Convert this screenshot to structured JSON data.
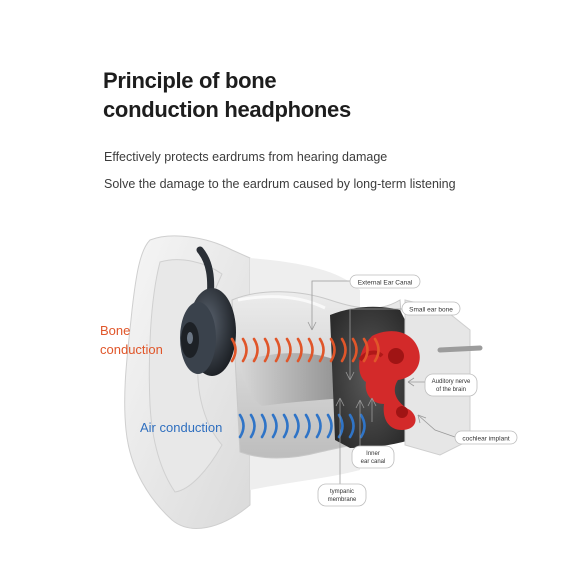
{
  "title": {
    "line1": "Principle of bone",
    "line2": "conduction headphones"
  },
  "subtitles": [
    "Effectively protects eardrums from hearing damage",
    "Solve the damage to the eardrum caused by long-term listening"
  ],
  "diagram": {
    "bone_label_line1": "Bone",
    "bone_label_line2": "conduction",
    "air_label": "Air conduction",
    "callouts": {
      "external_ear_canal": "External Ear Canal",
      "small_ear_bone": "Small ear bone",
      "auditory_nerve_line1": "Auditory nerve",
      "auditory_nerve_line2": "of the brain",
      "cochlear_implant": "cochlear implant",
      "inner_ear_canal_line1": "Inner",
      "inner_ear_canal_line2": "ear canal",
      "tympanic_line1": "tympanic",
      "tympanic_line2": "membrane"
    },
    "colors": {
      "bone_wave": "#e0562a",
      "air_wave": "#2f74c7",
      "bone_label": "#e0562a",
      "air_label": "#2f6fbf",
      "cochlea": "#d32a2a"
    }
  }
}
